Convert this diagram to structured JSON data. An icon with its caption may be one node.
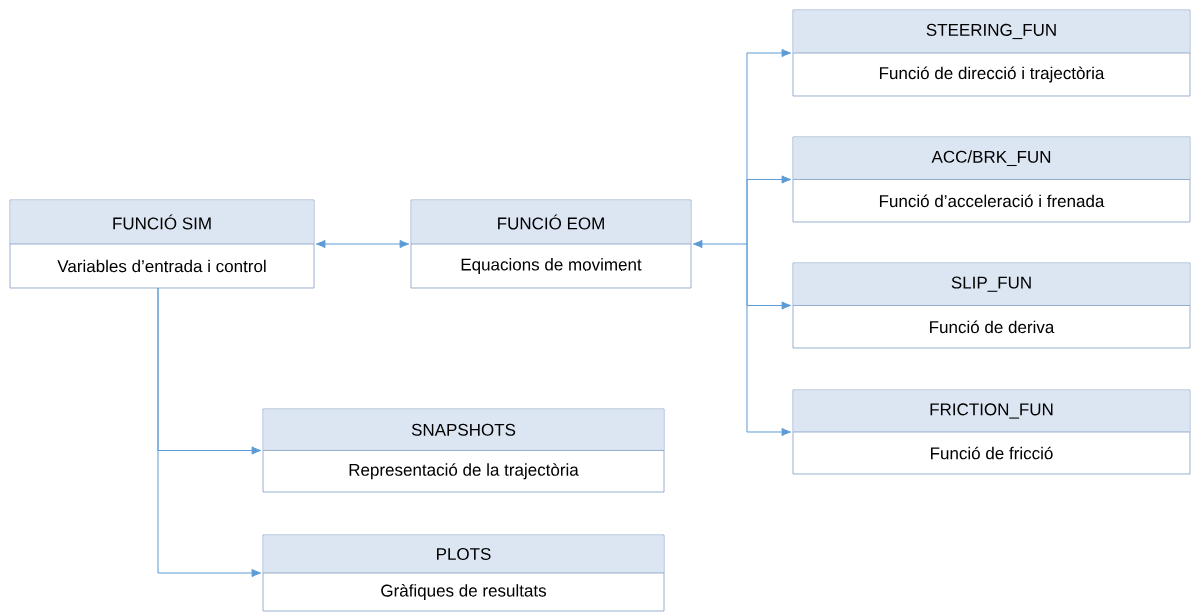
{
  "diagram": {
    "nodes": [
      {
        "text": [
          "FUNCIÓ SIM",
          "Variables d’entrada i control"
        ]
      },
      {
        "text": [
          "FUNCIÓ EOM",
          "Equacions de moviment"
        ]
      },
      {
        "text": [
          "STEERING_FUN",
          "Funció de direcció i trajectòria"
        ]
      },
      {
        "text": [
          "ACC/BRK_FUN",
          "Funció d’acceleració i frenada"
        ]
      },
      {
        "text": [
          "SLIP_FUN",
          "Funció de deriva"
        ]
      },
      {
        "text": [
          "FRICTION_FUN",
          "Funció de fricció"
        ]
      },
      {
        "text": [
          "SNAPSHOTS",
          "Representació de la trajectòria"
        ]
      },
      {
        "text": [
          "PLOTS",
          "Gràfiques de resultats"
        ]
      }
    ],
    "edges": [
      {
        "from": 0,
        "to": 1,
        "arrow": "both"
      },
      {
        "from": 1,
        "to": 2,
        "arrow": "both"
      },
      {
        "from": 1,
        "to": 3,
        "arrow": "both"
      },
      {
        "from": 1,
        "to": 4,
        "arrow": "both"
      },
      {
        "from": 1,
        "to": 5,
        "arrow": "both"
      },
      {
        "from": 0,
        "to": 6,
        "arrow": "to"
      },
      {
        "from": 0,
        "to": 7,
        "arrow": "to"
      }
    ]
  }
}
